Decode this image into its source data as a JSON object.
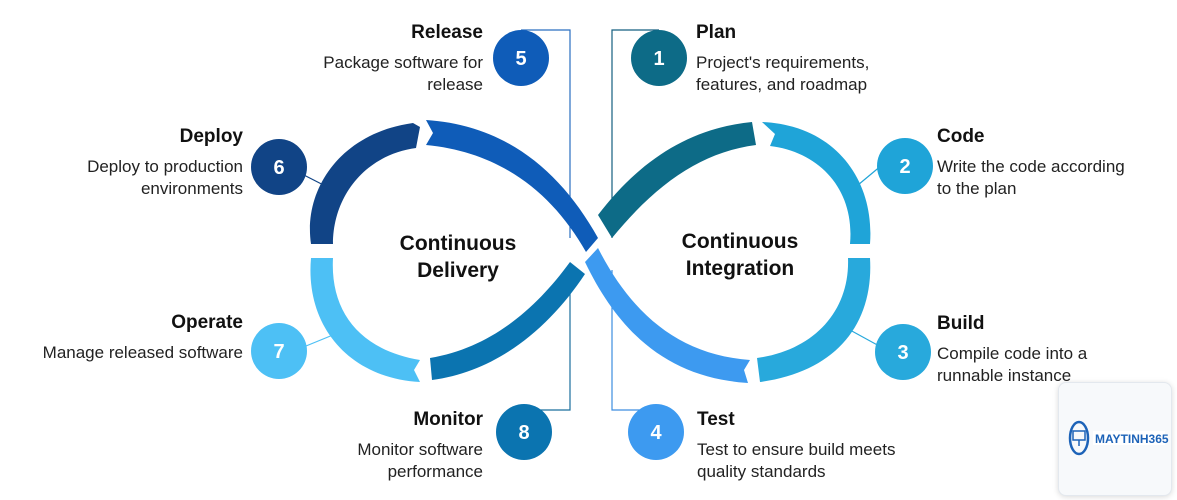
{
  "diagram": {
    "center_left": [
      "Continuous",
      "Delivery"
    ],
    "center_right": [
      "Continuous",
      "Integration"
    ],
    "stages": [
      {
        "num": "1",
        "title": "Plan",
        "desc": [
          "Project's requirements,",
          "features, and roadmap"
        ],
        "color": "#0d6b87"
      },
      {
        "num": "2",
        "title": "Code",
        "desc": [
          "Write the code according",
          "to the plan"
        ],
        "color": "#1fa4d8"
      },
      {
        "num": "3",
        "title": "Build",
        "desc": [
          "Compile code into a",
          "runnable instance"
        ],
        "color": "#28a9dc"
      },
      {
        "num": "4",
        "title": "Test",
        "desc": [
          "Test to ensure build meets",
          "quality standards"
        ],
        "color": "#3d9af0"
      },
      {
        "num": "5",
        "title": "Release",
        "desc": [
          "Package software for",
          "release"
        ],
        "color": "#0f5cb8"
      },
      {
        "num": "6",
        "title": "Deploy",
        "desc": [
          "Deploy to production",
          "environments"
        ],
        "color": "#114486"
      },
      {
        "num": "7",
        "title": "Operate",
        "desc": [
          "Manage released software"
        ],
        "color": "#4dc0f5"
      },
      {
        "num": "8",
        "title": "Monitor",
        "desc": [
          "Monitor software",
          "performance"
        ],
        "color": "#0b74b0"
      }
    ]
  },
  "watermark": {
    "brand": "MAYTINH365",
    "icon": "monitor-gear-icon"
  }
}
